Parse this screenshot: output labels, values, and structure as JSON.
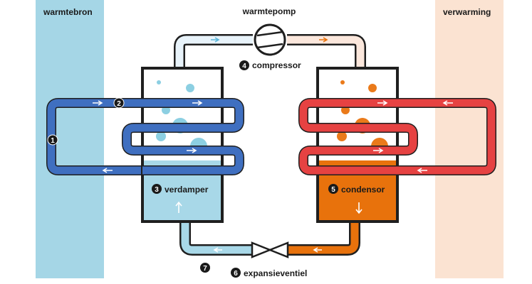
{
  "labels": {
    "source": "warmtebron",
    "heatpump": "warmtepomp",
    "heating": "verwarming",
    "compressor": "compressor",
    "evaporator": "verdamper",
    "condenser": "condensor",
    "expansion_valve": "expansieventiel"
  },
  "markers": {
    "m1": "1",
    "m2": "2",
    "m3": "3",
    "m4": "4",
    "m5": "5",
    "m6": "6",
    "m7": "7"
  },
  "colors": {
    "source_band": "#a5d6e6",
    "heating_band": "#fbe3d2",
    "cold_loop": "#3f6fc0",
    "cold_loop_light": "#e8f3fa",
    "hot_loop": "#e64242",
    "hot_loop_light": "#fbe7dc",
    "evaporator_liquid": "#a8d8e8",
    "condenser_liquid": "#e8720c",
    "outline": "#1f1f1f",
    "cold_bubble": "#8ccfe2",
    "hot_bubble": "#ea7a1a"
  },
  "icons": {
    "compressor": "compressor-icon",
    "expansion_valve": "expansion-valve-icon"
  }
}
